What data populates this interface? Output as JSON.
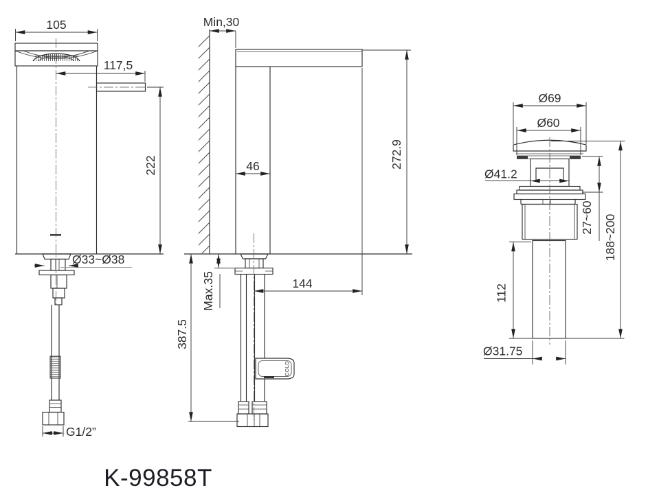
{
  "title": {
    "model_number": "K-99858T"
  },
  "front_view": {
    "top_width": "105",
    "spout_reach": "117,5",
    "spout_height": "222",
    "mounting_hole": "Ø33~Ø38",
    "supply_thread": "G1/2”"
  },
  "side_view": {
    "wall_clearance_min": "Min,30",
    "body_depth": "46",
    "overall_height": "272.9",
    "deck_thickness_max": "Max.35",
    "spout_tip_to_center": "144",
    "supply_length_below_deck": "387.5",
    "hose_tag": "COLD"
  },
  "drain_view": {
    "cap_diameter": "Ø69",
    "cap_base_diameter": "Ø60",
    "body_diameter": "Ø41.2",
    "deck_clamp_range": "27~60",
    "overall_length_range": "188~200",
    "tailpiece_length": "112",
    "tailpiece_diameter": "Ø31.75"
  }
}
